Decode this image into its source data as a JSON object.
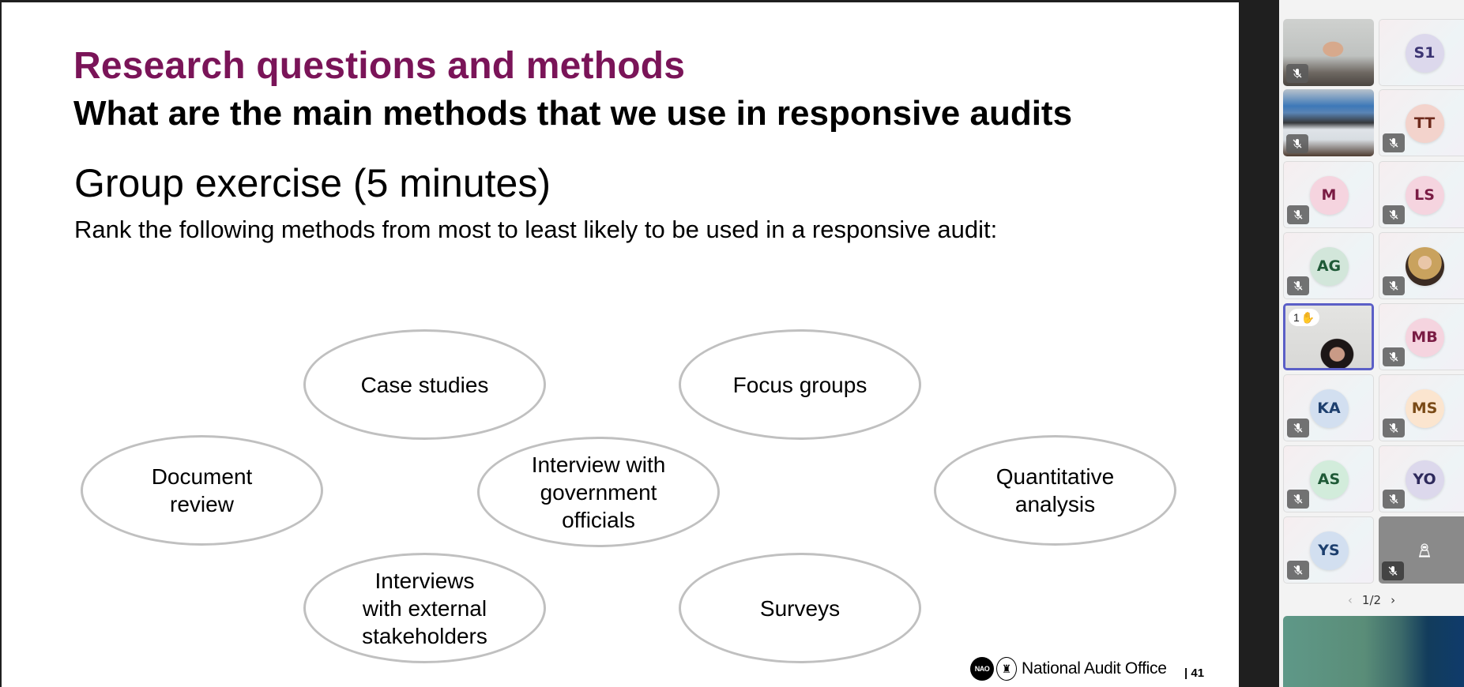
{
  "slide": {
    "title": "Research questions and methods",
    "subtitle": "What are the main methods that we use in responsive audits",
    "heading": "Group exercise (5 minutes)",
    "instruction": "Rank the following methods from most to least likely to be used in a responsive audit:",
    "methods": [
      {
        "label": "Case studies"
      },
      {
        "label": "Focus groups"
      },
      {
        "label": "Document\nreview"
      },
      {
        "label": "Interview with\ngovernment\nofficials"
      },
      {
        "label": "Quantitative\nanalysis"
      },
      {
        "label": "Interviews\nwith external\nstakeholders"
      },
      {
        "label": "Surveys"
      }
    ],
    "footer": {
      "logo_badge": "NAO",
      "organisation": "National Audit Office",
      "page_number": "| 41"
    },
    "colors": {
      "title": "#7a1458",
      "ellipse_border": "#c0c0c0"
    }
  },
  "participants_panel": {
    "tiles": [
      {
        "type": "video",
        "muted": true,
        "name": ""
      },
      {
        "type": "initials",
        "initials": "S1",
        "bg": "#dcd8ec",
        "fg": "#3b3473",
        "muted": false
      },
      {
        "type": "video",
        "muted": true,
        "name": ""
      },
      {
        "type": "initials",
        "initials": "TT",
        "bg": "#f3d3cc",
        "fg": "#6e2a1c",
        "muted": true
      },
      {
        "type": "initials",
        "initials": "M",
        "bg": "#f5d4df",
        "fg": "#7a1c44",
        "muted": true
      },
      {
        "type": "initials",
        "initials": "LS",
        "bg": "#f5d4df",
        "fg": "#7a1c44",
        "muted": true
      },
      {
        "type": "initials",
        "initials": "AG",
        "bg": "#d2e6da",
        "fg": "#1f5a37",
        "muted": true
      },
      {
        "type": "photo",
        "muted": true
      },
      {
        "type": "video",
        "muted": false,
        "active": true,
        "hand_raised_count": "1"
      },
      {
        "type": "initials",
        "initials": "MB",
        "bg": "#f5d4df",
        "fg": "#7a1c44",
        "muted": true
      },
      {
        "type": "initials",
        "initials": "KA",
        "bg": "#d2dff0",
        "fg": "#1d3f6e",
        "muted": true
      },
      {
        "type": "initials",
        "initials": "MS",
        "bg": "#fbe5cf",
        "fg": "#7a4a16",
        "muted": true
      },
      {
        "type": "initials",
        "initials": "AS",
        "bg": "#d2ecdb",
        "fg": "#1f5a37",
        "muted": true
      },
      {
        "type": "initials",
        "initials": "YO",
        "bg": "#dcd8ec",
        "fg": "#2e2a5c",
        "muted": true
      },
      {
        "type": "initials",
        "initials": "YS",
        "bg": "#d2dff0",
        "fg": "#1d3f6e",
        "muted": true
      },
      {
        "type": "room-camera",
        "muted": true
      }
    ],
    "pager": {
      "current": "1/2"
    },
    "active_border_color": "#5b5fc7"
  }
}
